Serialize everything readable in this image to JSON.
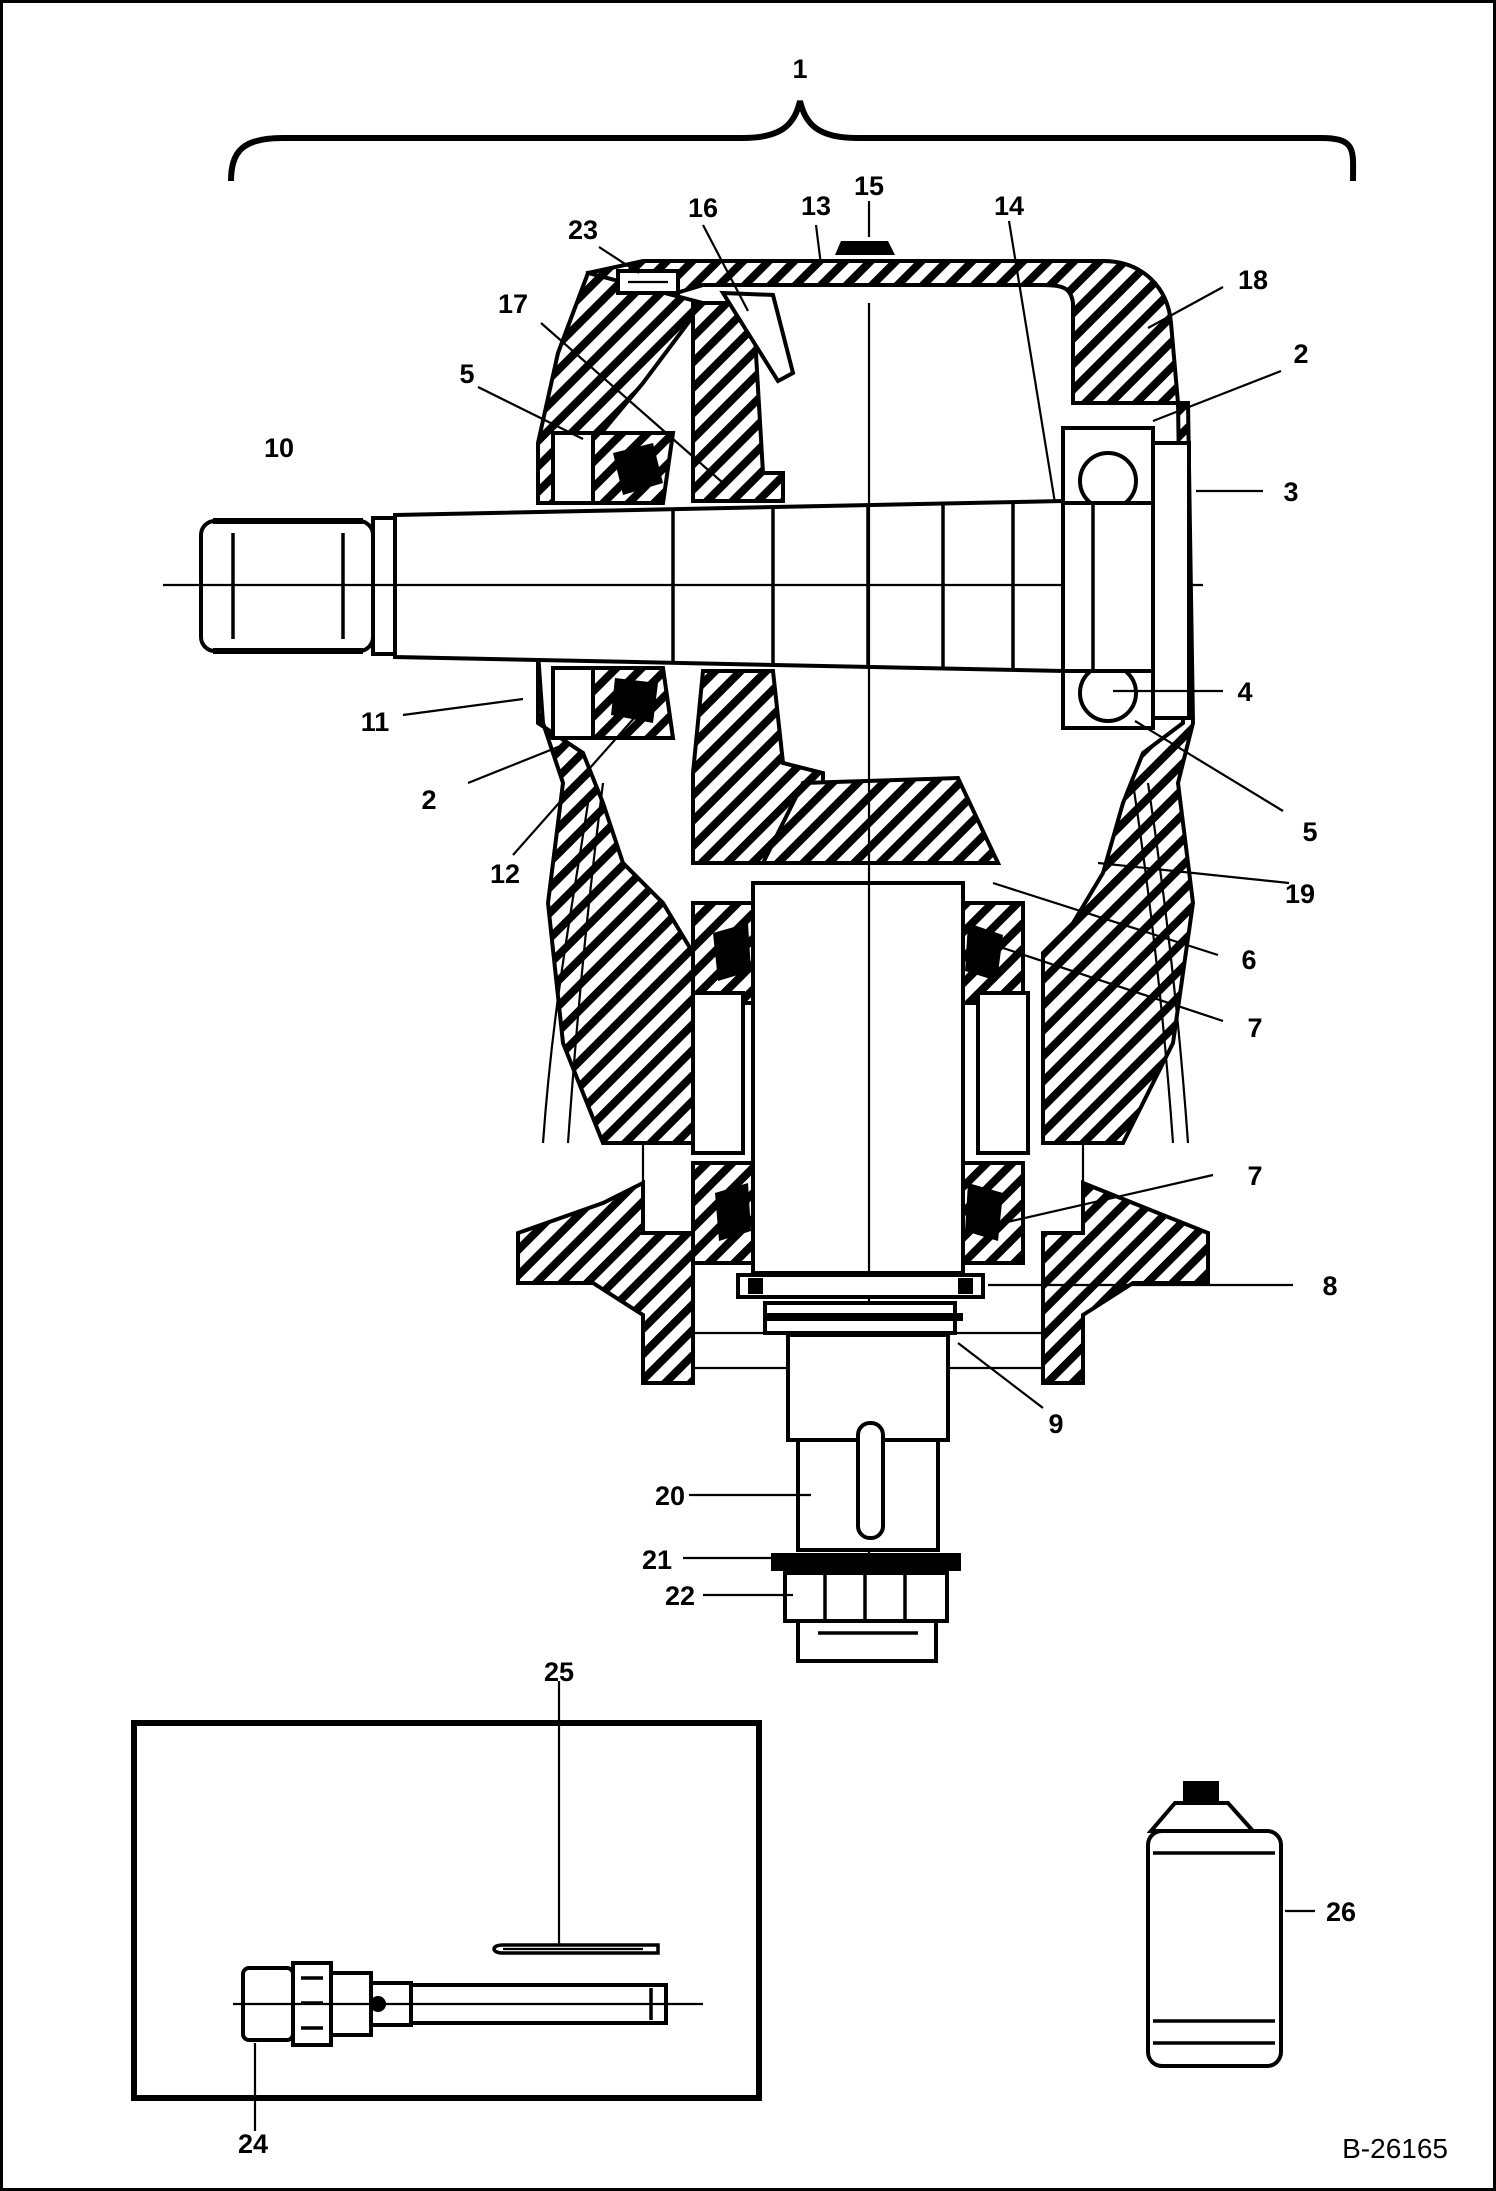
{
  "figure_id": "B-26165",
  "callouts": {
    "c1": "1",
    "c2a": "2",
    "c2b": "2",
    "c3": "3",
    "c4": "4",
    "c5a": "5",
    "c5b": "5",
    "c6": "6",
    "c7a": "7",
    "c7b": "7",
    "c8": "8",
    "c9": "9",
    "c10": "10",
    "c11": "11",
    "c12": "12",
    "c13": "13",
    "c14": "14",
    "c15": "15",
    "c16": "16",
    "c17": "17",
    "c18": "18",
    "c19": "19",
    "c20": "20",
    "c21": "21",
    "c22": "22",
    "c23": "23",
    "c24": "24",
    "c25": "25",
    "c26": "26"
  },
  "colors": {
    "ink": "#000000",
    "paper": "#ffffff"
  }
}
